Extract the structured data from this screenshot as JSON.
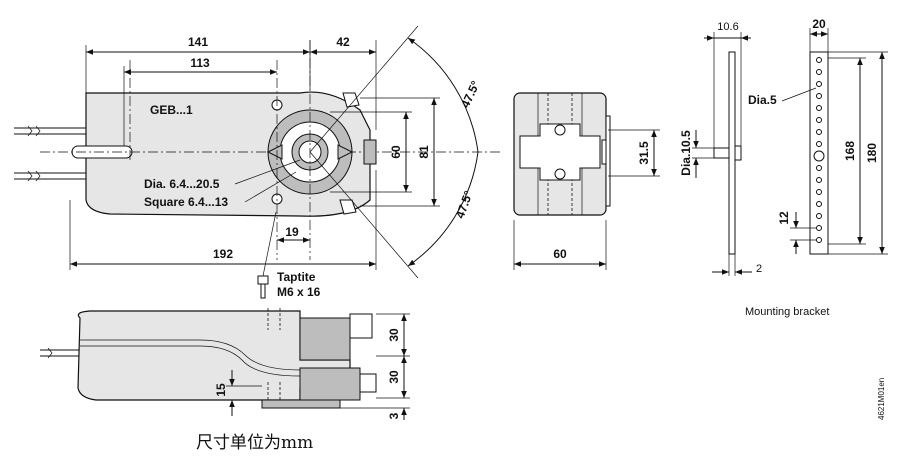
{
  "top_view": {
    "dims": {
      "d141": "141",
      "d42": "42",
      "d113": "113",
      "d192": "192",
      "d19": "19",
      "d60": "60",
      "d81": "81",
      "angle_top": "47.5°",
      "angle_bottom": "47.5°"
    },
    "model_label": "GEB...1",
    "shaft_dia": "Dia. 6.4...20.5",
    "shaft_square": "Square 6.4...13",
    "screw_line1": "Taptite",
    "screw_line2": "M6 x 16"
  },
  "end_view": {
    "dims": {
      "d60": "60",
      "d31_5": "31.5"
    }
  },
  "bracket": {
    "dims": {
      "d10_6": "10.6",
      "d20": "20",
      "d10_5": "Dia.10.5",
      "d2": "2",
      "d12": "12",
      "d168": "168",
      "d180": "180",
      "d5": "Dia.5"
    },
    "caption": "Mounting bracket"
  },
  "side_view": {
    "dims": {
      "d30a": "30",
      "d30b": "30",
      "d3": "3",
      "d15": "15"
    }
  },
  "units_note": "尺寸单位为mm",
  "drawing_code": "4621M01en"
}
